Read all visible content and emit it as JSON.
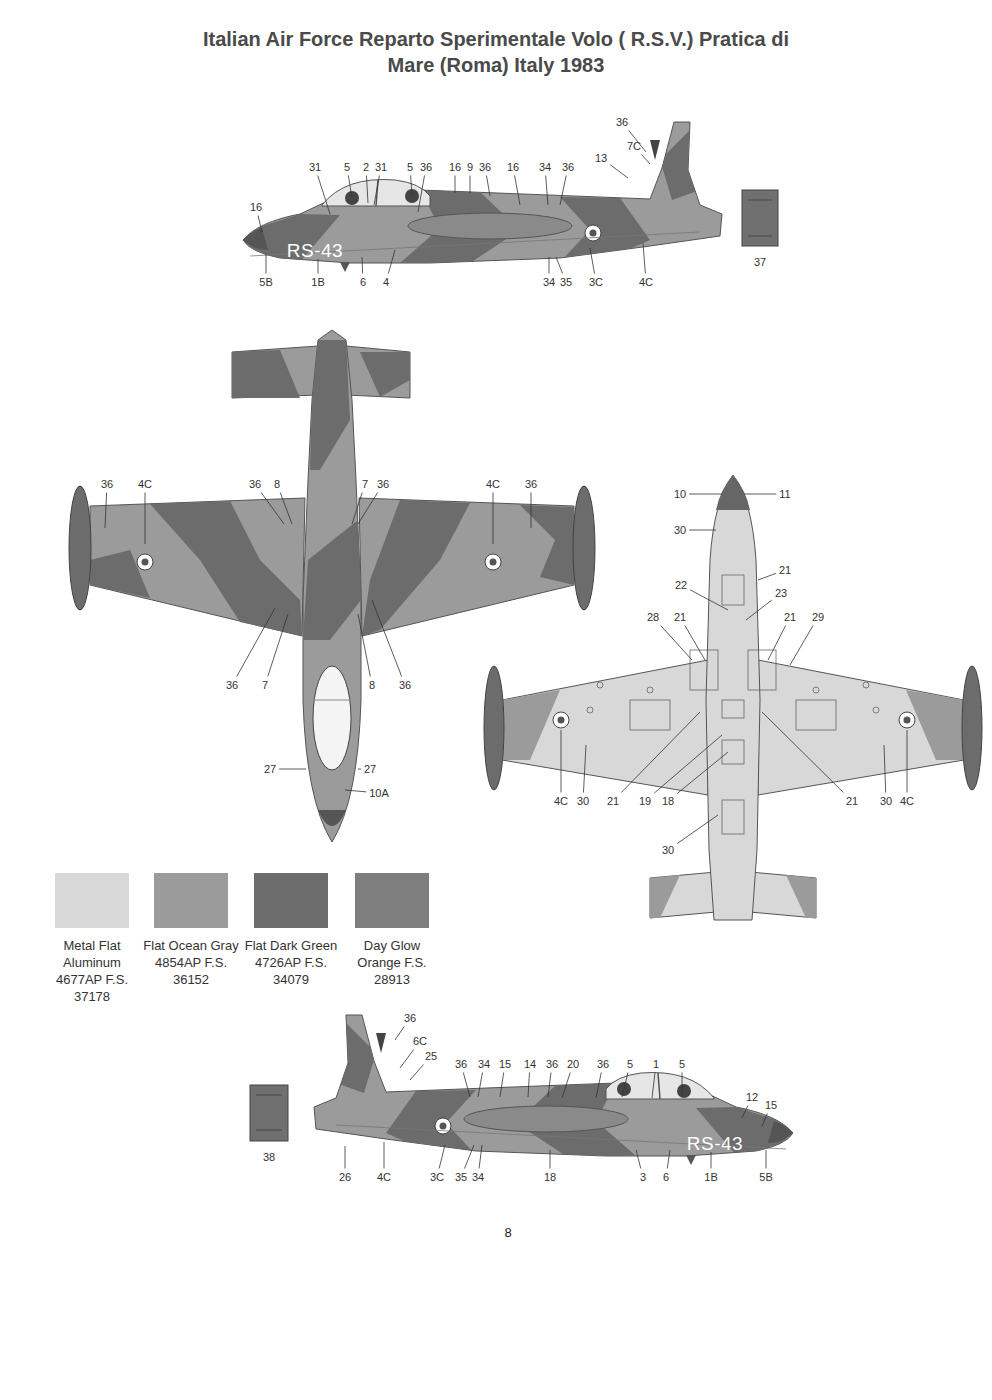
{
  "diagram": {
    "title": "Italian Air Force Reparto Sperimentale Volo ( R.S.V.) Pratica di Mare (Roma) Italy 1983",
    "labels": [
      "31",
      "5",
      "2",
      "31",
      "5",
      "36",
      "16",
      "9",
      "36",
      "16",
      "34",
      "36",
      "36",
      "7C",
      "13",
      "16",
      "5B",
      "1B",
      "6",
      "4",
      "34",
      "35",
      "3C",
      "4C",
      "37",
      "RS-43",
      "36",
      "4C",
      "36",
      "8",
      "7",
      "36",
      "4C",
      "36",
      "36",
      "7",
      "8",
      "36",
      "27",
      "27",
      "10A",
      "10",
      "11",
      "30",
      "21",
      "22",
      "23",
      "28",
      "21",
      "21",
      "29",
      "4C",
      "30",
      "21",
      "19",
      "18",
      "21",
      "30",
      "4C",
      "30",
      "36",
      "6C",
      "25",
      "36",
      "34",
      "15",
      "14",
      "36",
      "20",
      "36",
      "5",
      "1",
      "5",
      "12",
      "15",
      "26",
      "4C",
      "3C",
      "35",
      "34",
      "18",
      "3",
      "6",
      "1B",
      "5B",
      "38",
      "RS-43",
      "8"
    ],
    "legend": [
      {
        "text": "Metal Flat Aluminum 4677AP F.S. 37178",
        "color": "#d8d8d8"
      },
      {
        "text": "Flat Ocean Gray 4854AP F.S. 36152",
        "color": "#9b9b9b"
      },
      {
        "text": "Flat Dark Green 4726AP F.S. 34079",
        "color": "#6c6c6c"
      },
      {
        "text": "Day Glow Orange F.S. 28913",
        "color": "#7e7e7e"
      }
    ]
  }
}
